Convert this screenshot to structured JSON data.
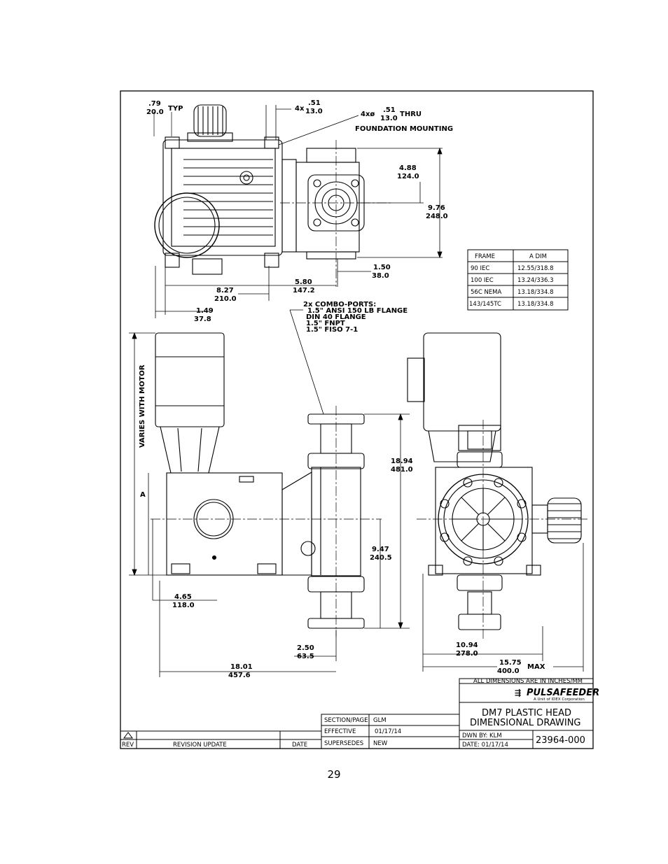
{
  "dims": {
    "typ_in": ".79",
    "typ_mm": "20.0",
    "typ_label": "TYP",
    "slot_prefix": "4x",
    "slot_in": ".51",
    "slot_mm": "13.0",
    "hole_prefix": "4xø",
    "hole_in": ".51",
    "hole_mm": "13.0",
    "hole_suffix": "THRU",
    "foundation": "FOUNDATION MOUNTING",
    "d488_in": "4.88",
    "d488_mm": "124.0",
    "d976_in": "9.76",
    "d976_mm": "248.0",
    "d150_in": "1.50",
    "d150_mm": "38.0",
    "d580_in": "5.80",
    "d580_mm": "147.2",
    "d827_in": "8.27",
    "d827_mm": "210.0",
    "d149_in": "1.49",
    "d149_mm": "37.8",
    "combo_1": "2x COMBO-PORTS:",
    "combo_2": "1.5\" ANSI 150 LB FLANGE",
    "combo_3": "DIN 40 FLANGE",
    "combo_4": "1.5\" FNPT",
    "combo_5": "1.5\" FISO 7-1",
    "varies": "VARIES WITH MOTOR",
    "a_label": "A",
    "d1894_in": "18.94",
    "d1894_mm": "481.0",
    "d947_in": "9.47",
    "d947_mm": "240.5",
    "d465_in": "4.65",
    "d465_mm": "118.0",
    "d250_in": "2.50",
    "d250_mm": "63.5",
    "d1801_in": "18.01",
    "d1801_mm": "457.6",
    "d1094_in": "10.94",
    "d1094_mm": "278.0",
    "d1575_in": "15.75",
    "d1575_mm": "400.0",
    "max_label": "MAX"
  },
  "frame_table": {
    "headers": [
      "FRAME",
      "A DIM"
    ],
    "rows": [
      [
        "90 IEC",
        "12.55/318.8"
      ],
      [
        "100 IEC",
        "13.24/336.3"
      ],
      [
        "56C NEMA",
        "13.18/334.8"
      ],
      [
        "143/145TC",
        "13.18/334.8"
      ]
    ]
  },
  "title_block": {
    "units_note": "ALL DIMENSIONS ARE IN INCHES/MM",
    "brand": "PULSAFEEDER",
    "brand_sub": "A Unit of IDEX Corporation",
    "title_1": "DM7 PLASTIC HEAD",
    "title_2": "DIMENSIONAL DRAWING",
    "section_label": "SECTION/PAGE",
    "section_value": "GLM",
    "effective_label": "EFFECTIVE",
    "effective_value": "01/17/14",
    "supersedes_label": "SUPERSEDES",
    "supersedes_value": "NEW",
    "drawn_by": "DWN BY: KLM",
    "date": "DATE: 01/17/14",
    "drawing_no": "23964-000",
    "rev_label": "REV",
    "revision_label": "REVISION UPDATE",
    "date_label": "DATE"
  },
  "page_number": "29"
}
